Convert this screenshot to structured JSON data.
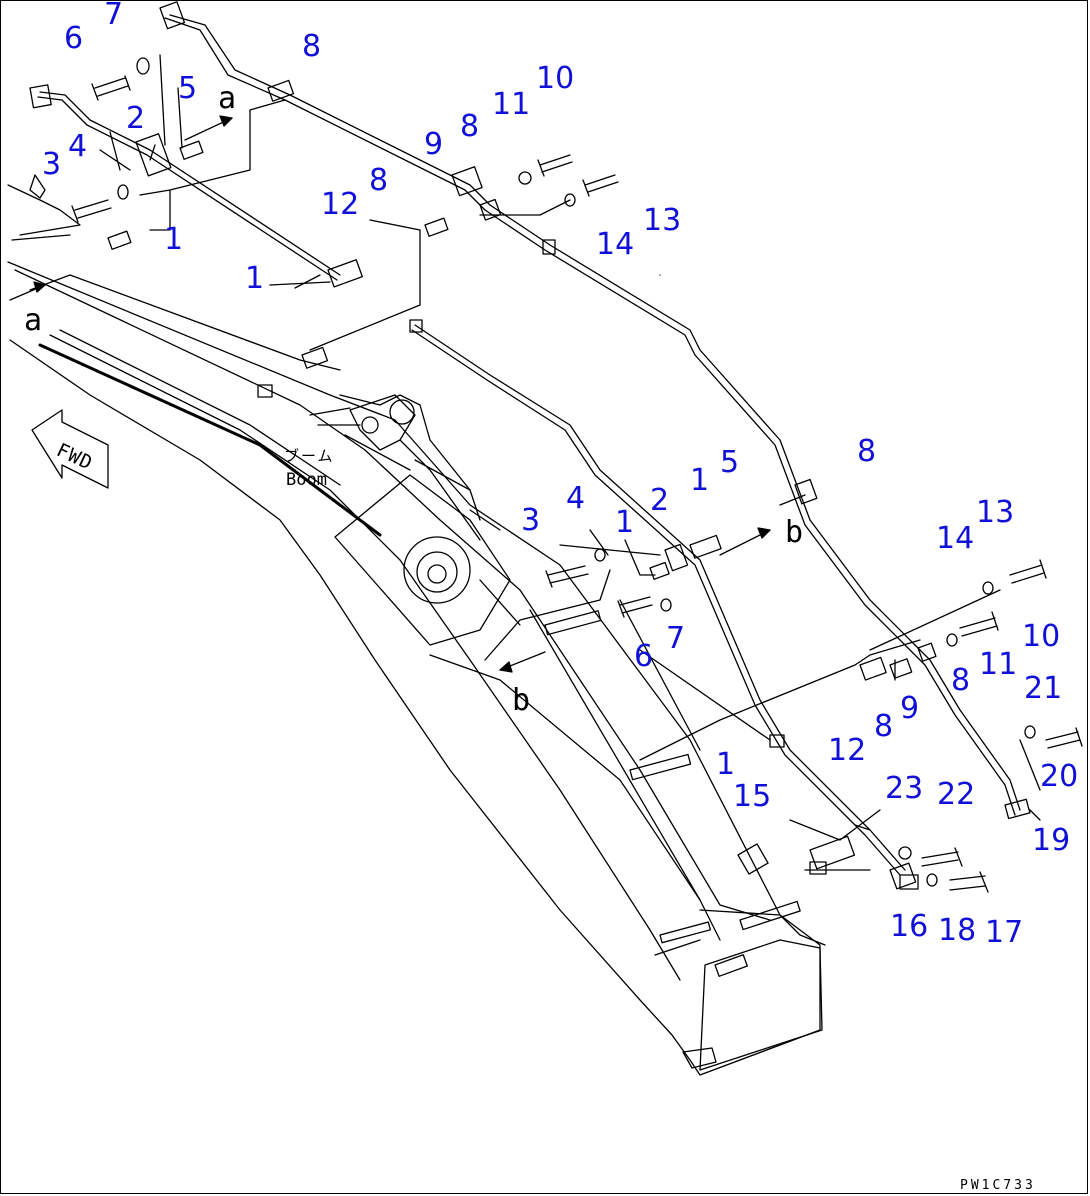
{
  "diagram": {
    "part_numbers": [
      "1",
      "2",
      "3",
      "4",
      "5",
      "6",
      "7",
      "8",
      "9",
      "10",
      "11",
      "12",
      "13",
      "14",
      "15",
      "16",
      "17",
      "18",
      "19",
      "20",
      "21",
      "22",
      "23"
    ],
    "view_markers": [
      "a",
      "b"
    ],
    "direction_label": "FWD",
    "component_label_jp": "ブーム",
    "component_label_en": "Boom",
    "drawing_code": "PW1C733",
    "label_color": "#1010d8"
  }
}
